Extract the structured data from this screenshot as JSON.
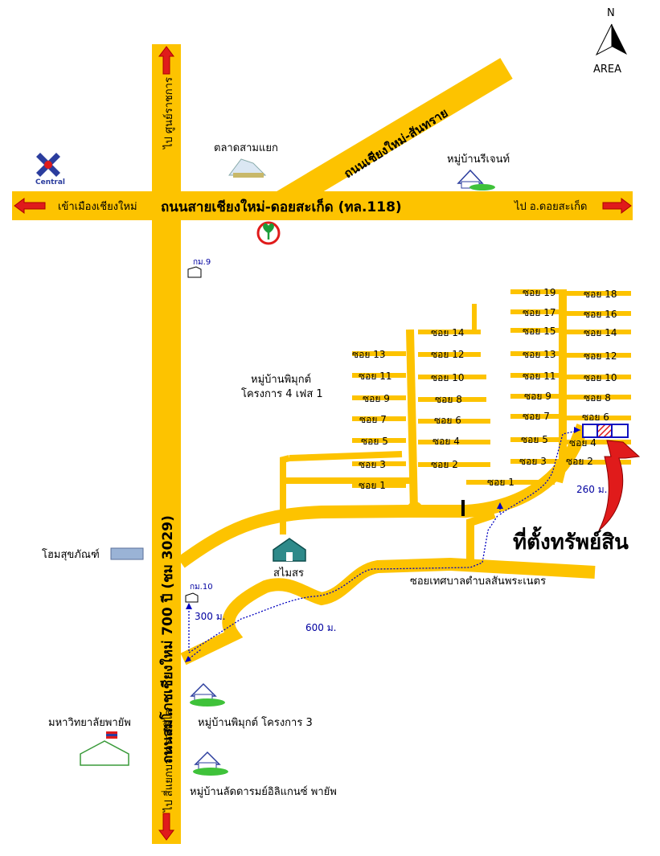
{
  "compass": {
    "north_label": "N",
    "area_label": "AREA"
  },
  "roads": {
    "main_horizontal": "ถนนสายเชียงใหม่-ดอยสะเก็ด (ทล.118)",
    "main_vertical": "ถนนสมโภชเชียงใหม่ 700 ปี (ชม 3029)",
    "diagonal": "ถนนเชียงใหม่-สันทราย",
    "soi_tessaban": "ซอยเทศบาลตำบลสันพระเนตร"
  },
  "directions": {
    "west": "เข้าเมืองเชียงใหม่",
    "east": "ไป อ.ดอยสะเก็ด",
    "north": "ไป ศูนย์ราชการ",
    "south": "ไป สี่แยกบวกครกศิริไล"
  },
  "landmarks": {
    "central": "Central",
    "market": "ตลาดสามแยก",
    "regent": "หมู่บ้านรีเจนท์",
    "pimuk4": "หมู่บ้านพิมุกต์\nโครงการ 4 เฟส 1",
    "home": "โฮมสุขภัณฑ์",
    "samai": "สไมสร",
    "university": "มหาวิทยาลัยพายัพ",
    "pimuk3": "หมู่บ้านพิมุกต์ โครงการ 3",
    "ladda": "หมู่บ้านลัดดารมย์อิลิแกนซ์ พายัพ",
    "property": "ที่ตั้งทรัพย์สิน"
  },
  "km_markers": [
    "กม.9",
    "กม.10"
  ],
  "distances": [
    "260 ม.",
    "300 ม.",
    "600 ม."
  ],
  "sois": {
    "left_col_a": [
      "ซอย 13",
      "ซอย 11",
      "ซอย 9",
      "ซอย 7",
      "ซอย 5",
      "ซอย 3",
      "ซอย 1"
    ],
    "left_col_b": [
      "ซอย 14",
      "ซอย 12",
      "ซอย 10",
      "ซอย 8",
      "ซอย 6",
      "ซอย 4",
      "ซอย 2"
    ],
    "right_col_a": [
      "ซอย 19",
      "ซอย 17",
      "ซอย 15",
      "ซอย 13",
      "ซอย 11",
      "ซอย 9",
      "ซอย 7",
      "ซอย 5",
      "ซอย 3",
      "ซอย 1"
    ],
    "right_col_b": [
      "ซอย 18",
      "ซอย 16",
      "ซอย 14",
      "ซอย 12",
      "ซอย 10",
      "ซอย 8",
      "ซอย 6",
      "ซอย 4",
      "ซอย 2"
    ]
  },
  "colors": {
    "road": "#fdc300",
    "arrow": "#e01b1b",
    "route": "#0000c0"
  }
}
